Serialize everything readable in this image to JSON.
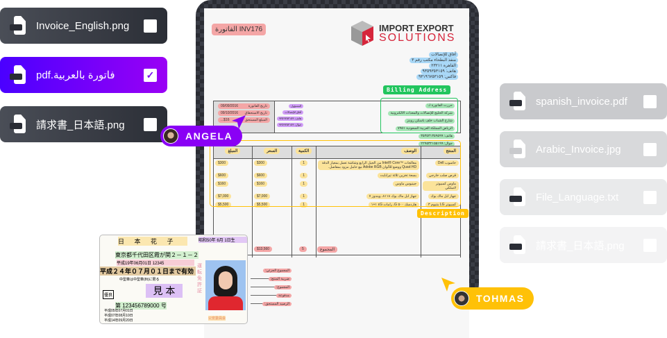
{
  "left_files": [
    {
      "name": "Invoice_English.png",
      "checked": false
    },
    {
      "name": "pdf.فاتورة بالعربية",
      "checked": true
    },
    {
      "name": "請求書_日本語.png",
      "checked": false
    }
  ],
  "right_files": [
    {
      "name": "spanish_invoice.pdf",
      "checked": false
    },
    {
      "name": "Arabic_Invoice.jpg",
      "checked": false
    },
    {
      "name": "File_Language.txt",
      "checked": false
    },
    {
      "name": "請求書_日本語.png",
      "checked": false
    }
  ],
  "check_mark": "✓",
  "colors": {
    "accent_purple": "#8a00f5",
    "accent_yellow": "#ffc107",
    "billing_green": "#22c55e"
  },
  "invoice": {
    "number": "الفاتورة INV176",
    "logo_line1": "IMPORT EXPORT",
    "logo_line2": "SOLUTIONS",
    "sender": [
      "آفاق للإتصالات",
      "منفذ البطحاء مكتب رقم ٣",
      "القاهرة ٢٣٢١١",
      "هاتف: ٩٣٥٩٣٥٣١٥٩",
      "فاكس: ٩٣١٩٦٧٥٣١٥٩"
    ],
    "billing_label": "Billing Address",
    "billing": [
      "حررت الفاتورة لـ:",
      "شركة الخليج للإتصالات والمعدات الالكترونية",
      "شارع الشباب خلف باسكن روبنز",
      "الرياض المملكة العربية السعودية ٧٩٥١",
      "هاتف: ٣٥٣٥٣١٣٥٩٥٩٩",
      "جوال: ٢٢٩٥٣٢١٥٥١٩٩"
    ],
    "contact": [
      "المسؤول",
      "آفاق للإتصالات",
      "هاتف: ٩٣٥٩٣٥٣١٥٩",
      "جوال: ٩٣٥٩٣٥٣١٥٩"
    ],
    "dates": [
      {
        "label": "تاريخ الفاتورة",
        "value": "09/09/2016"
      },
      {
        "label": "تاريخ الاستحقاق",
        "value": "09/10/2016"
      },
      {
        "label": "المبلغ المستحق",
        "value": "$16..."
      }
    ],
    "headers": {
      "product": "المنتج",
      "description": "الوصف",
      "qty": "الكمية",
      "price": "السعر",
      "amount": "المبلغ"
    },
    "rows": [
      {
        "product": "حاسوب Dell",
        "description": "معالجات ™Intel® Core من الجيل الرابع وشاشة تعمل بمعيار الدقة Quad HD ووضع للألوان Adobe RGB مع حامل مزود بمفاصل.",
        "qty": "1",
        "price": "$300",
        "amount": "$300"
      },
      {
        "product": "قرص صلب خارجي",
        "description": "بسعة تخزين ثلاثة تيرابايت",
        "qty": "1",
        "price": "$600",
        "amount": "$600"
      },
      {
        "product": "ماوس كمبيوتر لاسلكي",
        "description": "جينيوس ماوس",
        "qty": "1",
        "price": "$160",
        "amount": "$160"
      },
      {
        "product": "جهاز ابل ماك بوك",
        "description": "جهاز ابل ماك بوك ٨١١٨، ويندوز ٧",
        "qty": "1",
        "price": "$7,000",
        "amount": "$7,000"
      },
      {
        "product": "كمبيوتر LG بنتيوم ٣",
        "description": "هاردسك ٥٠٠ G، رامات ٤G ١+١",
        "qty": "1",
        "price": "$5,500",
        "amount": "$5,500"
      }
    ],
    "description_label": "Description",
    "total_label": "المجموع",
    "total_qty": "5",
    "total_amount": "$13,560",
    "summary": [
      "المجموع الجزئي:",
      "ضريبة المنتج:",
      "المجموع:",
      "مدفوعة",
      "الرصيد المستحق:"
    ]
  },
  "id_card": {
    "name": "日 本 花 子",
    "birth": "昭和50年 6月 1日生",
    "address": "東京都千代田区霞が関２－１－２",
    "issued": "平成19年06月01日 12345",
    "valid": "平成２４年０７月０１日まで有効",
    "condition": "中型車は中型車(8t)に限る",
    "sample": "見 本",
    "gold": "優良",
    "number": "第 123456789000 号",
    "license_title": "運転免許証",
    "dates": [
      "平成05年07月01日",
      "平成07年08月10日",
      "平成14年09月20日"
    ],
    "authority": "公安委員会"
  },
  "users": [
    {
      "name": "ANGELA"
    },
    {
      "name": "TOHMAS"
    }
  ]
}
